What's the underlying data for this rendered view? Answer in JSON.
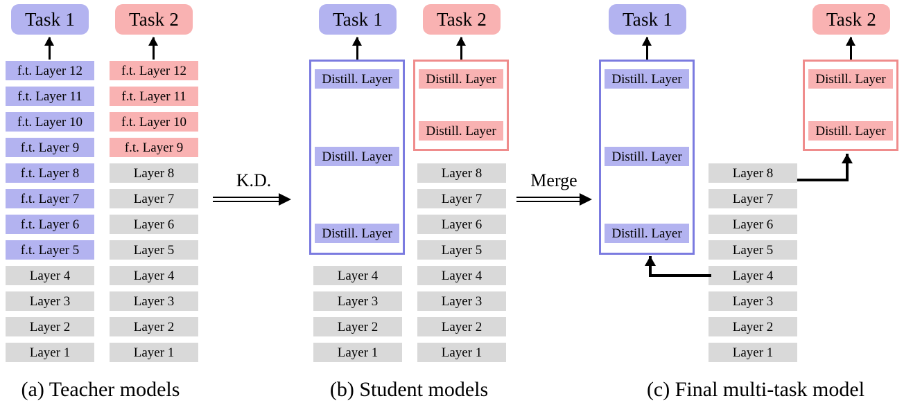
{
  "figure": {
    "panels": [
      {
        "id": "a",
        "caption": "(a) Teacher models",
        "columns": [
          {
            "task_label": "Task 1",
            "task_color": "#b3b3f0",
            "layers": [
              {
                "label": "f.t. Layer 12",
                "style": "blue"
              },
              {
                "label": "f.t. Layer 11",
                "style": "blue"
              },
              {
                "label": "f.t. Layer 10",
                "style": "blue"
              },
              {
                "label": "f.t. Layer 9",
                "style": "blue"
              },
              {
                "label": "f.t. Layer 8",
                "style": "blue"
              },
              {
                "label": "f.t. Layer 7",
                "style": "blue"
              },
              {
                "label": "f.t. Layer 6",
                "style": "blue"
              },
              {
                "label": "f.t. Layer 5",
                "style": "blue"
              },
              {
                "label": "Layer 4",
                "style": "grey"
              },
              {
                "label": "Layer 3",
                "style": "grey"
              },
              {
                "label": "Layer 2",
                "style": "grey"
              },
              {
                "label": "Layer 1",
                "style": "grey"
              }
            ]
          },
          {
            "task_label": "Task 2",
            "task_color": "#f9b2b2",
            "layers": [
              {
                "label": "f.t. Layer 12",
                "style": "pink"
              },
              {
                "label": "f.t. Layer 11",
                "style": "pink"
              },
              {
                "label": "f.t. Layer 10",
                "style": "pink"
              },
              {
                "label": "f.t. Layer 9",
                "style": "pink"
              },
              {
                "label": "Layer 8",
                "style": "grey"
              },
              {
                "label": "Layer 7",
                "style": "grey"
              },
              {
                "label": "Layer 6",
                "style": "grey"
              },
              {
                "label": "Layer 5",
                "style": "grey"
              },
              {
                "label": "Layer 4",
                "style": "grey"
              },
              {
                "label": "Layer 3",
                "style": "grey"
              },
              {
                "label": "Layer 2",
                "style": "grey"
              },
              {
                "label": "Layer 1",
                "style": "grey"
              }
            ]
          }
        ]
      },
      {
        "id": "b",
        "caption": "(b) Student models",
        "columns": [
          {
            "task_label": "Task 1",
            "task_color": "#b3b3f0",
            "distill_labels": [
              "Distill. Layer",
              "Distill. Layer",
              "Distill. Layer"
            ],
            "layers": [
              {
                "label": "Layer 4",
                "style": "grey"
              },
              {
                "label": "Layer 3",
                "style": "grey"
              },
              {
                "label": "Layer 2",
                "style": "grey"
              },
              {
                "label": "Layer 1",
                "style": "grey"
              }
            ]
          },
          {
            "task_label": "Task 2",
            "task_color": "#f9b2b2",
            "distill_labels": [
              "Distill. Layer",
              "Distill. Layer"
            ],
            "layers": [
              {
                "label": "Layer 8",
                "style": "grey"
              },
              {
                "label": "Layer 7",
                "style": "grey"
              },
              {
                "label": "Layer 6",
                "style": "grey"
              },
              {
                "label": "Layer 5",
                "style": "grey"
              },
              {
                "label": "Layer 4",
                "style": "grey"
              },
              {
                "label": "Layer 3",
                "style": "grey"
              },
              {
                "label": "Layer 2",
                "style": "grey"
              },
              {
                "label": "Layer 1",
                "style": "grey"
              }
            ]
          }
        ]
      },
      {
        "id": "c",
        "caption": "(c) Final multi-task model",
        "columns": [
          {
            "task_label": "Task 1",
            "task_color": "#b3b3f0",
            "distill_labels": [
              "Distill. Layer",
              "Distill. Layer",
              "Distill. Layer"
            ]
          },
          {
            "task_label": "Task 2",
            "task_color": "#f9b2b2",
            "distill_labels": [
              "Distill. Layer",
              "Distill. Layer"
            ]
          }
        ],
        "shared_trunk": [
          {
            "label": "Layer 8",
            "style": "grey"
          },
          {
            "label": "Layer 7",
            "style": "grey"
          },
          {
            "label": "Layer 6",
            "style": "grey"
          },
          {
            "label": "Layer 5",
            "style": "grey"
          },
          {
            "label": "Layer 4",
            "style": "grey"
          },
          {
            "label": "Layer 3",
            "style": "grey"
          },
          {
            "label": "Layer 2",
            "style": "grey"
          },
          {
            "label": "Layer 1",
            "style": "grey"
          }
        ]
      }
    ],
    "transitions": [
      {
        "id": "kd",
        "label": "K.D."
      },
      {
        "id": "merge",
        "label": "Merge"
      }
    ],
    "colors": {
      "blue_fill": "#b3b3f0",
      "pink_fill": "#f9b2b2",
      "grey_fill": "#d9d9d9",
      "blue_border": "#7b7be0",
      "pink_border": "#ef8c8c",
      "arrow": "#000000"
    }
  }
}
